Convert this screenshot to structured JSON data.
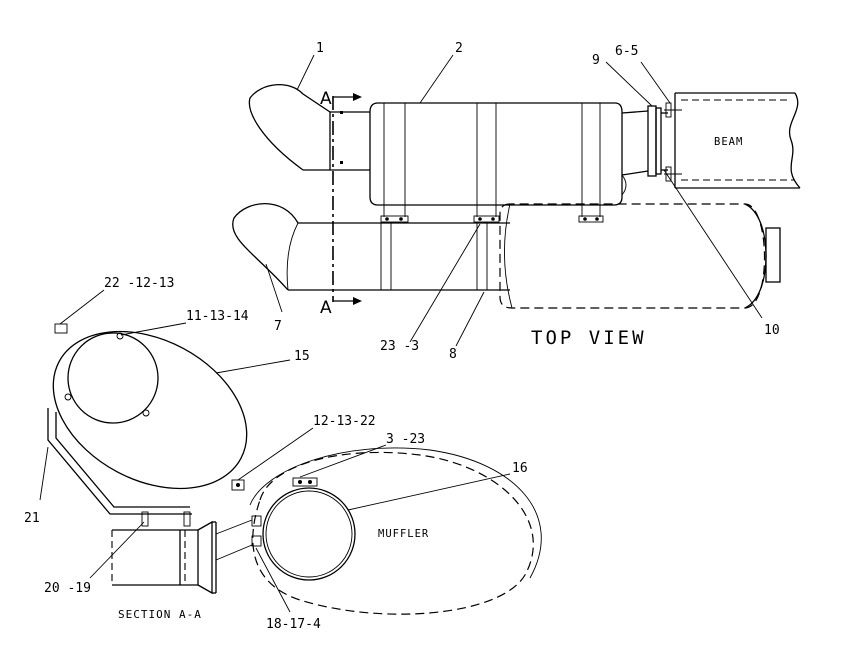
{
  "callouts": {
    "c1": "1",
    "c2": "2",
    "c9": "9",
    "c6_5": "6-5",
    "c22_12_13": "22 -12-13",
    "c11_13_14": "11-13-14",
    "c15": "15",
    "c7": "7",
    "c23_3": "23 -3",
    "c8": "8",
    "c10": "10",
    "c12_13_22": "12-13-22",
    "c3_23": "3 -23",
    "c16": "16",
    "c21": "21",
    "c20_19": "20 -19",
    "c18_17_4": "18-17-4"
  },
  "labels": {
    "beam": "BEAM",
    "top_view": "TOP VIEW",
    "muffler": "MUFFLER",
    "section": "SECTION A-A",
    "section_mark_top": "A",
    "section_mark_bottom": "A"
  }
}
